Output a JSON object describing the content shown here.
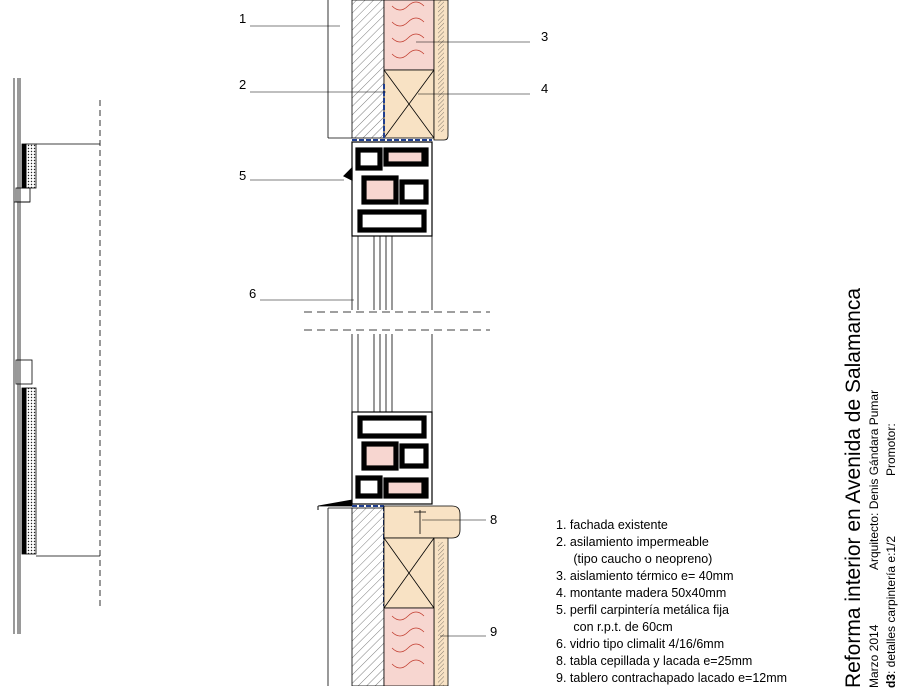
{
  "callouts": [
    {
      "id": "c1",
      "num": "1"
    },
    {
      "id": "c2",
      "num": "2"
    },
    {
      "id": "c3",
      "num": "3"
    },
    {
      "id": "c4",
      "num": "4"
    },
    {
      "id": "c5",
      "num": "5"
    },
    {
      "id": "c6",
      "num": "6"
    },
    {
      "id": "c8",
      "num": "8"
    },
    {
      "id": "c9",
      "num": "9"
    }
  ],
  "legend": [
    "1.  fachada existente",
    "2.  asilamiento impermeable",
    "     (tipo caucho o neopreno)",
    "3.  aislamiento térmico e= 40mm",
    "4.  montante madera 50x40mm",
    "5.  perfil carpintería metálica fija",
    "     con r.p.t. de 60cm",
    "6.  vidrio tipo climalit 4/16/6mm",
    "8.  tabla cepillada y lacada e=25mm",
    "9. tablero contrachapado lacado e=12mm"
  ],
  "title_block": {
    "title": "Reforma interior en Avenida de Salamanca",
    "date": "Marzo 2014",
    "architect": "Arquitecto: Denis Gándara Pumar",
    "sheet_code": "d3",
    "sheet_desc": ": detalles carpintería e:1/2",
    "promoter": "Promotor:"
  },
  "colors": {
    "insulation": "#f7d6d0",
    "wood": "#f8e2c4",
    "membrane": "#1f3e8f",
    "line": "#000000"
  }
}
